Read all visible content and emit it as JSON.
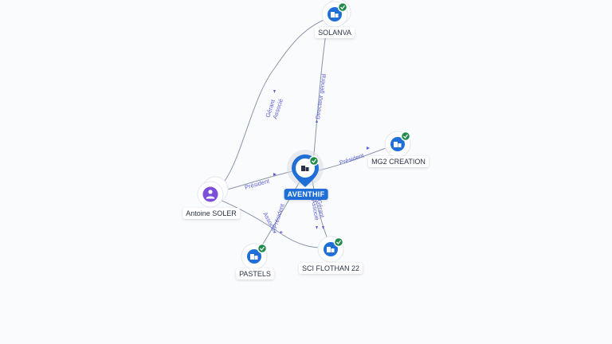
{
  "graph": {
    "nodes": {
      "center": {
        "label": "AVENTHIF",
        "kind": "company-selected"
      },
      "solanva": {
        "label": "SOLANVA",
        "kind": "company"
      },
      "mg2": {
        "label": "MG2 CREATION",
        "kind": "company"
      },
      "sci": {
        "label": "SCI FLOTHAN 22",
        "kind": "company"
      },
      "pastels": {
        "label": "PASTELS",
        "kind": "company"
      },
      "person": {
        "label": "Antoine SOLER",
        "kind": "person"
      }
    },
    "edges": {
      "person_solanva": [
        "Gérant",
        "Associé"
      ],
      "center_solanva": "Directeur général",
      "center_mg2": "Président",
      "person_center": "Président",
      "center_pastels": "Président",
      "person_pastels": "Associé",
      "center_sci": [
        "Gérant",
        "Associé"
      ]
    }
  },
  "colors": {
    "company": "#1f6fd6",
    "person": "#7b4fd8",
    "check": "#1f8a4c",
    "edge": "#8a95a8",
    "edge_label": "#5b5fd6"
  }
}
